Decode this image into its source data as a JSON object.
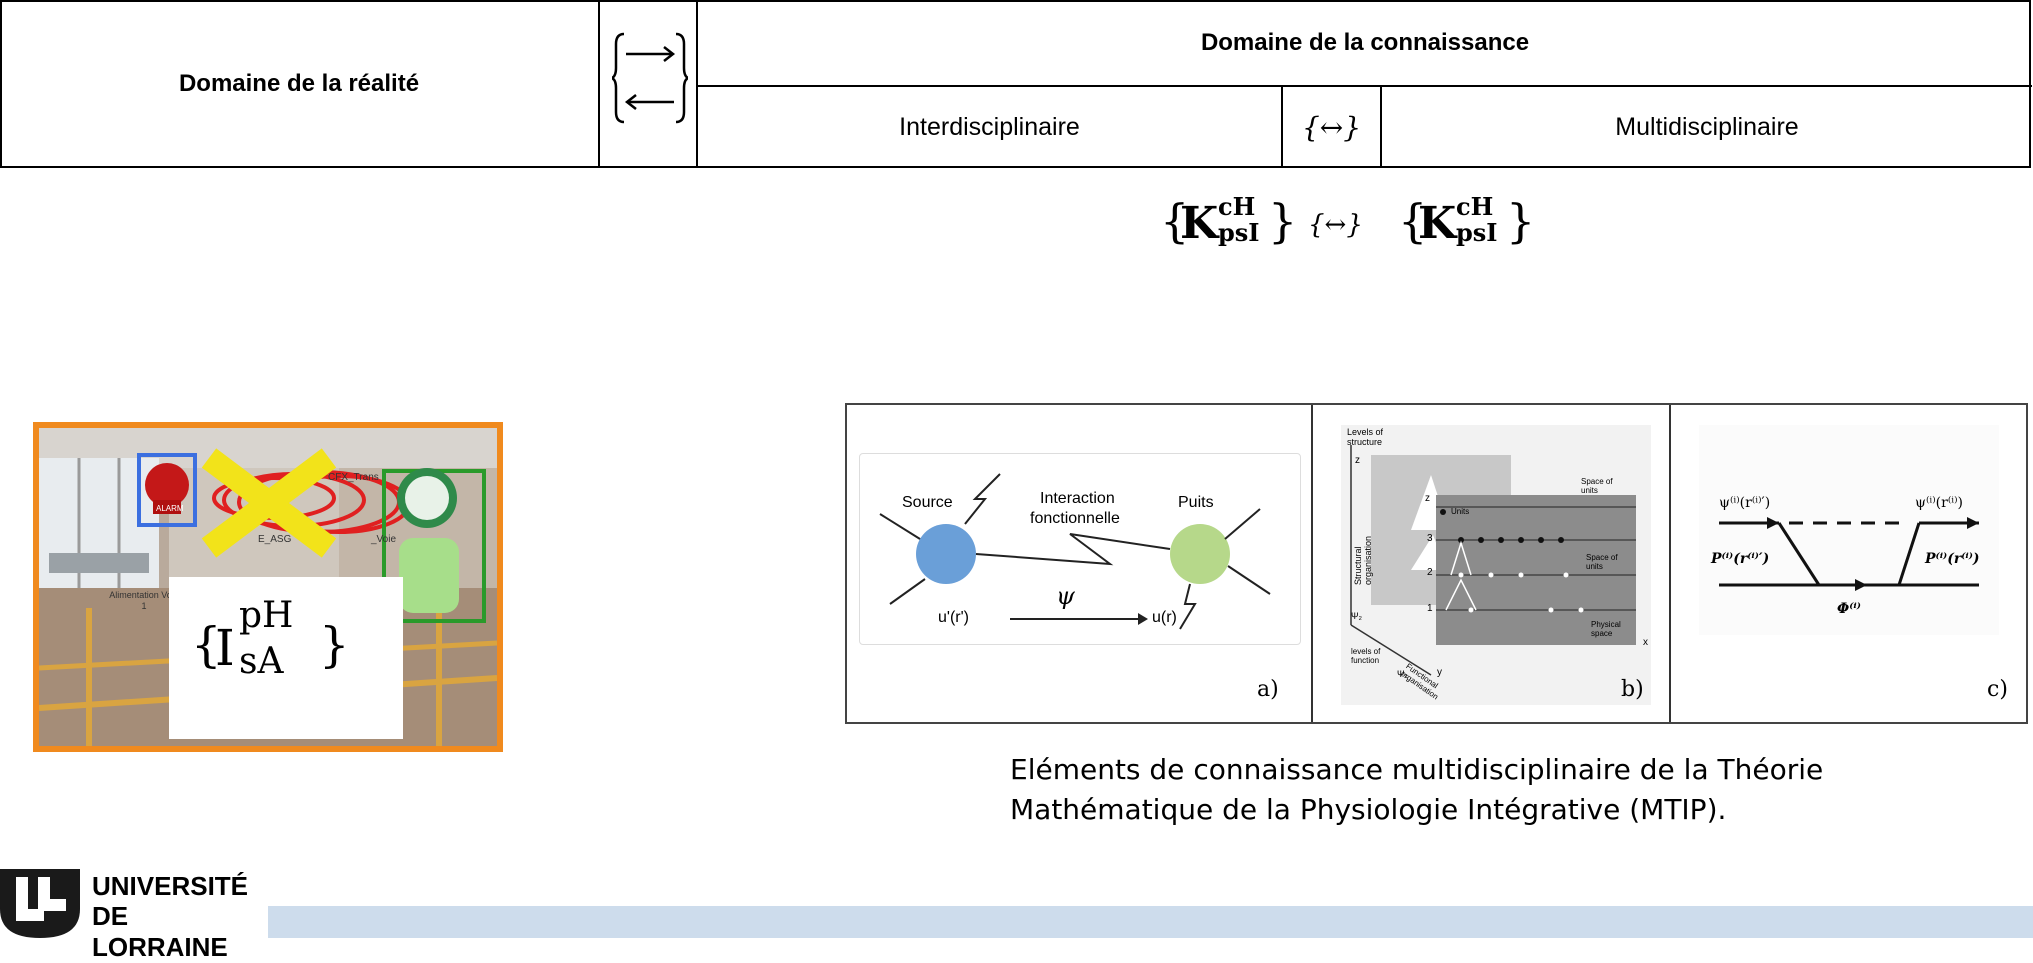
{
  "header": {
    "reality_domain": "Domaine de la réalité",
    "knowledge_domain": "Domaine de la connaissance",
    "interdisciplinary": "Interdisciplinaire",
    "multidisciplinary": "Multidisciplinaire",
    "exchange_symbol": "{↔}"
  },
  "formula": {
    "k_left_base": "K",
    "k_sup": "cH",
    "k_sub": "psI",
    "middle": "{↔}",
    "k_right_base": "K"
  },
  "photo": {
    "alarm_label": "ALARM",
    "sign_text": "Alimentation Voie 1",
    "label_cfx": "CFX_Trans",
    "label_asg": "E_ASG",
    "label_voie": "_Voie",
    "formula_base": "I",
    "formula_sup": "pH",
    "formula_sub": "sA"
  },
  "figure": {
    "panel_a": {
      "source": "Source",
      "interaction": "Interaction",
      "fonctionnelle": "fonctionnelle",
      "puits": "Puits",
      "psi": "ψ",
      "u_prime": "u'(r')",
      "u": "u(r)",
      "tag": "a)"
    },
    "panel_b": {
      "levels_structure": "Levels of structure",
      "z": "z",
      "structural": "Structural organisation",
      "space_units": "Space of units",
      "units": "Units",
      "space_units2": "Space of units",
      "physical_space": "Physical space",
      "levels_function": "levels of function",
      "functional": "Functional organisation",
      "psi2": "Ψ₂",
      "psi1": "Ψ₁",
      "x": "x",
      "y": "y",
      "n3": "3",
      "n2": "2",
      "n1": "1",
      "tag": "b)"
    },
    "panel_c": {
      "psi_left": "ψ⁽ⁱ⁾(r⁽ⁱ⁾′)",
      "psi_right": "ψ⁽ⁱ⁾(r⁽ⁱ⁾)",
      "p_left": "P⁽ⁱ⁾(r⁽ⁱ⁾′)",
      "p_right": "P⁽ⁱ⁾(r⁽ⁱ⁾)",
      "phi": "Φ⁽ⁱ⁾",
      "tag": "c)"
    }
  },
  "caption": {
    "line1": "Eléments de connaissance multidisciplinaire de la Théorie",
    "line2": "Mathématique de la Physiologie Intégrative (MTIP)."
  },
  "logo": {
    "line1": "UNIVERSITÉ",
    "line2": "DE LORRAINE"
  },
  "colors": {
    "orange_frame": "#f08a1e",
    "blue_box": "#3b6fe0",
    "green_box": "#2a9a2a",
    "yellow_cross": "#f2e31a",
    "footer_bar": "#cddcec"
  }
}
